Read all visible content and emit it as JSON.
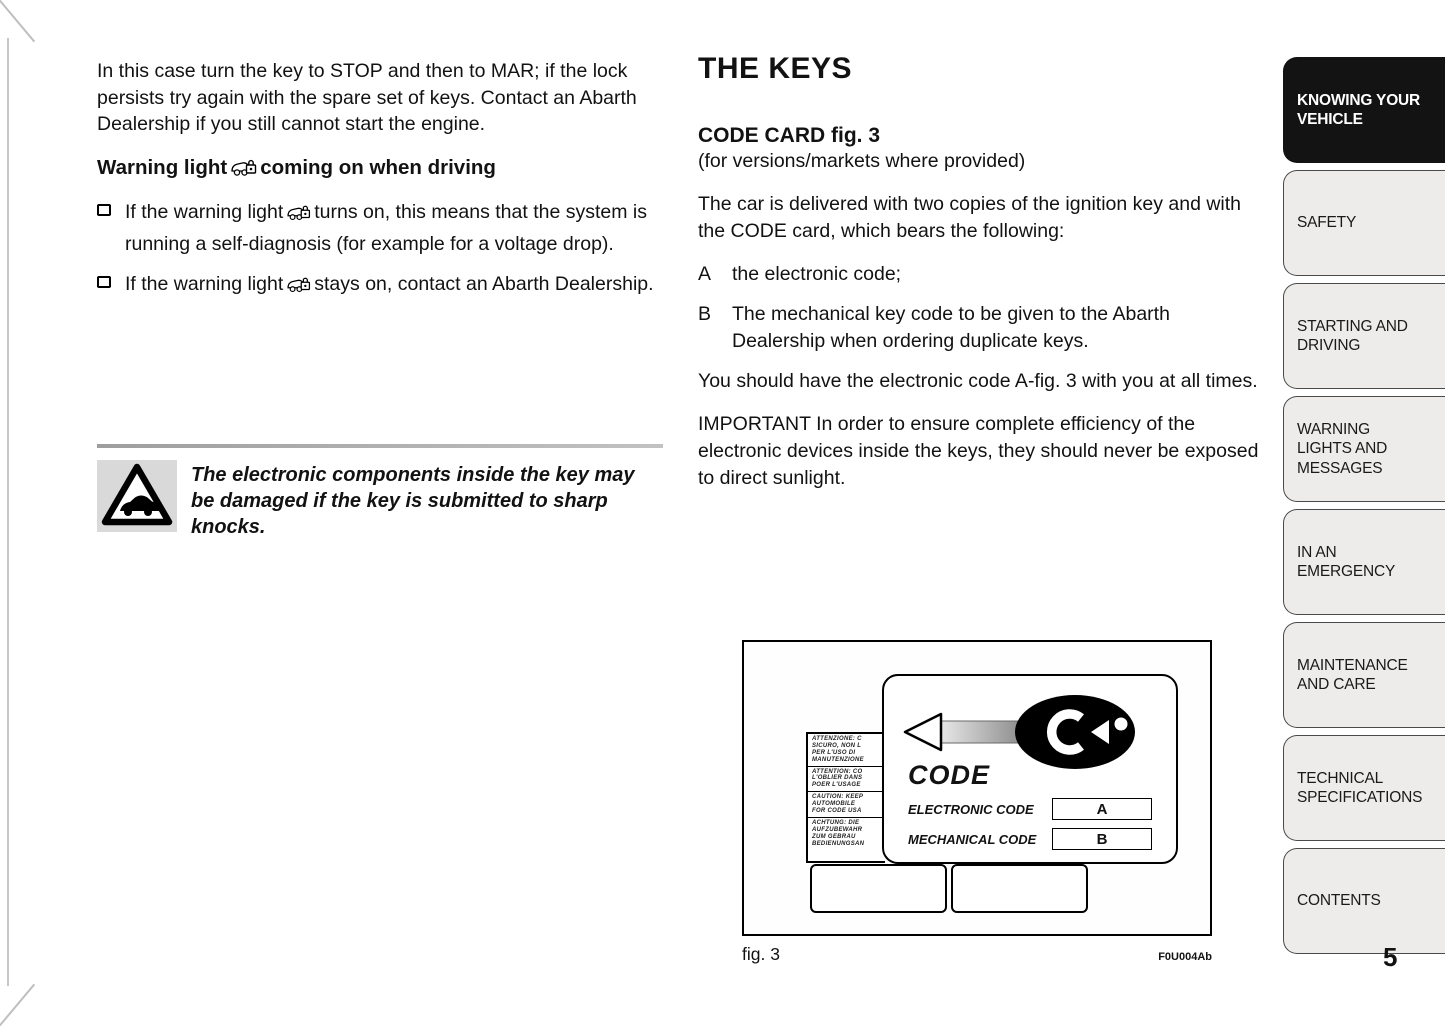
{
  "page": {
    "number": "5"
  },
  "left_column": {
    "intro": "In this case turn the key to STOP and then to MAR; if the lock persists try again with the spare set of keys. Contact an Abarth Dealership if you still cannot start the engine.",
    "warning_heading": {
      "pre": "Warning light",
      "post": "coming on when driving"
    },
    "bullets": [
      {
        "pre": "If the warning light",
        "post": "turns on, this means that the system is running a self-diagnosis (for example for a voltage drop)."
      },
      {
        "pre": "If the warning light",
        "post": "stays on, contact an Abarth Dealership."
      }
    ],
    "caution": "The electronic components inside the key may be damaged if the key is submitted to sharp knocks."
  },
  "main": {
    "title": "THE KEYS",
    "section": {
      "heading": "CODE CARD fig. 3",
      "subheading": "(for versions/markets where provided)"
    },
    "paragraphs": {
      "p1": "The car is delivered with two copies of the ignition key and with the CODE card, which bears the following:",
      "p2": "You should have the electronic code A-fig. 3 with you at all times.",
      "p3": "IMPORTANT In order to ensure complete efficiency of the electronic devices inside the keys, they should never be exposed to direct sunlight."
    },
    "list": [
      {
        "label": "A",
        "text": "the electronic code;"
      },
      {
        "label": "B",
        "text": "The mechanical key code to be given to the Abarth Dealership when ordering duplicate keys."
      }
    ]
  },
  "figure": {
    "caption": "fig. 3",
    "ref_code": "F0U004Ab",
    "card": {
      "code_title": "CODE",
      "fields": [
        {
          "label": "ELECTRONIC CODE",
          "value": "A"
        },
        {
          "label": "MECHANICAL CODE",
          "value": "B"
        }
      ],
      "warning_panel": [
        {
          "lines": [
            "ATTENZIONE: C",
            "SICURO, NON L",
            "PER L'USO DI",
            "MANUTENZIONE"
          ]
        },
        {
          "lines": [
            "ATTENTION: CO",
            "L'OBLIER DANS",
            "POER L'USAGE"
          ]
        },
        {
          "lines": [
            "CAUTION: KEEP",
            "AUTOMOBILE",
            "FOR CODE USA"
          ]
        },
        {
          "lines": [
            "ACHTUNG: DIE",
            "AUFZUBEWAHR",
            "ZUM GEBRAU",
            "BEDIENUNGSAN"
          ]
        }
      ]
    }
  },
  "sidebar": {
    "tabs": [
      {
        "label": "KNOWING YOUR VEHICLE",
        "active": true
      },
      {
        "label": "SAFETY",
        "active": false
      },
      {
        "label": "STARTING AND DRIVING",
        "active": false
      },
      {
        "label": "WARNING LIGHTS AND MESSAGES",
        "active": false
      },
      {
        "label": "IN AN EMERGENCY",
        "active": false
      },
      {
        "label": "MAINTENANCE AND CARE",
        "active": false
      },
      {
        "label": "TECHNICAL SPECIFICATIONS",
        "active": false
      },
      {
        "label": "CONTENTS",
        "active": false
      }
    ]
  },
  "colors": {
    "accent_black": "#131313",
    "tab_gray": "#edecea"
  }
}
